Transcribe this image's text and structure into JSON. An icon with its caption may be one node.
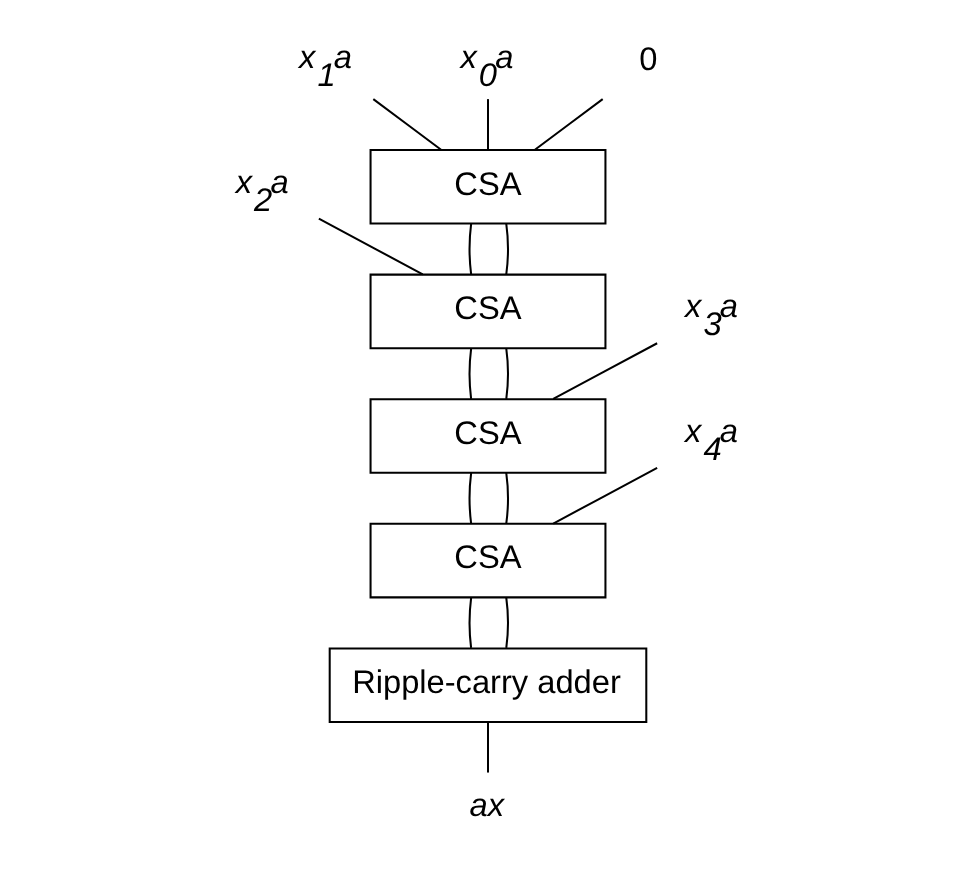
{
  "diagram": {
    "nodes": [
      {
        "text": [
          "x$_{2}$a"
        ]
      },
      {
        "text": [
          "x$_{1}$a"
        ]
      },
      {
        "text": [
          "x$_{0}$a"
        ]
      },
      {
        "text": [
          "0"
        ]
      },
      {
        "text": [
          "CSA"
        ]
      },
      {
        "text": [
          "x$_{3}$a"
        ]
      },
      {
        "text": [
          "CSA"
        ]
      },
      {
        "text": [
          "x$_{4}$a"
        ]
      },
      {
        "text": [
          "CSA"
        ]
      },
      {
        "text": [
          "CSA"
        ]
      },
      {
        "text": [
          "Ripple-carry adder"
        ]
      },
      {
        "text": [
          "ax"
        ]
      }
    ],
    "edges": [
      {
        "from": 1,
        "to": 4,
        "arrow": "none"
      },
      {
        "from": 2,
        "to": 4,
        "arrow": "none"
      },
      {
        "from": 3,
        "to": 4,
        "arrow": "none"
      },
      {
        "from": 0,
        "to": 6,
        "arrow": "none"
      },
      {
        "from": 4,
        "to": 6,
        "arrow": "none"
      },
      {
        "from": 4,
        "to": 6,
        "arrow": "none"
      },
      {
        "from": 5,
        "to": 8,
        "arrow": "none"
      },
      {
        "from": 6,
        "to": 8,
        "arrow": "none"
      },
      {
        "from": 6,
        "to": 8,
        "arrow": "none"
      },
      {
        "from": 7,
        "to": 9,
        "arrow": "none"
      },
      {
        "from": 8,
        "to": 9,
        "arrow": "none"
      },
      {
        "from": 8,
        "to": 9,
        "arrow": "none"
      },
      {
        "from": 9,
        "to": 10,
        "arrow": "none"
      },
      {
        "from": 9,
        "to": 10,
        "arrow": "none"
      },
      {
        "from": 10,
        "to": 11,
        "arrow": "none"
      }
    ]
  }
}
